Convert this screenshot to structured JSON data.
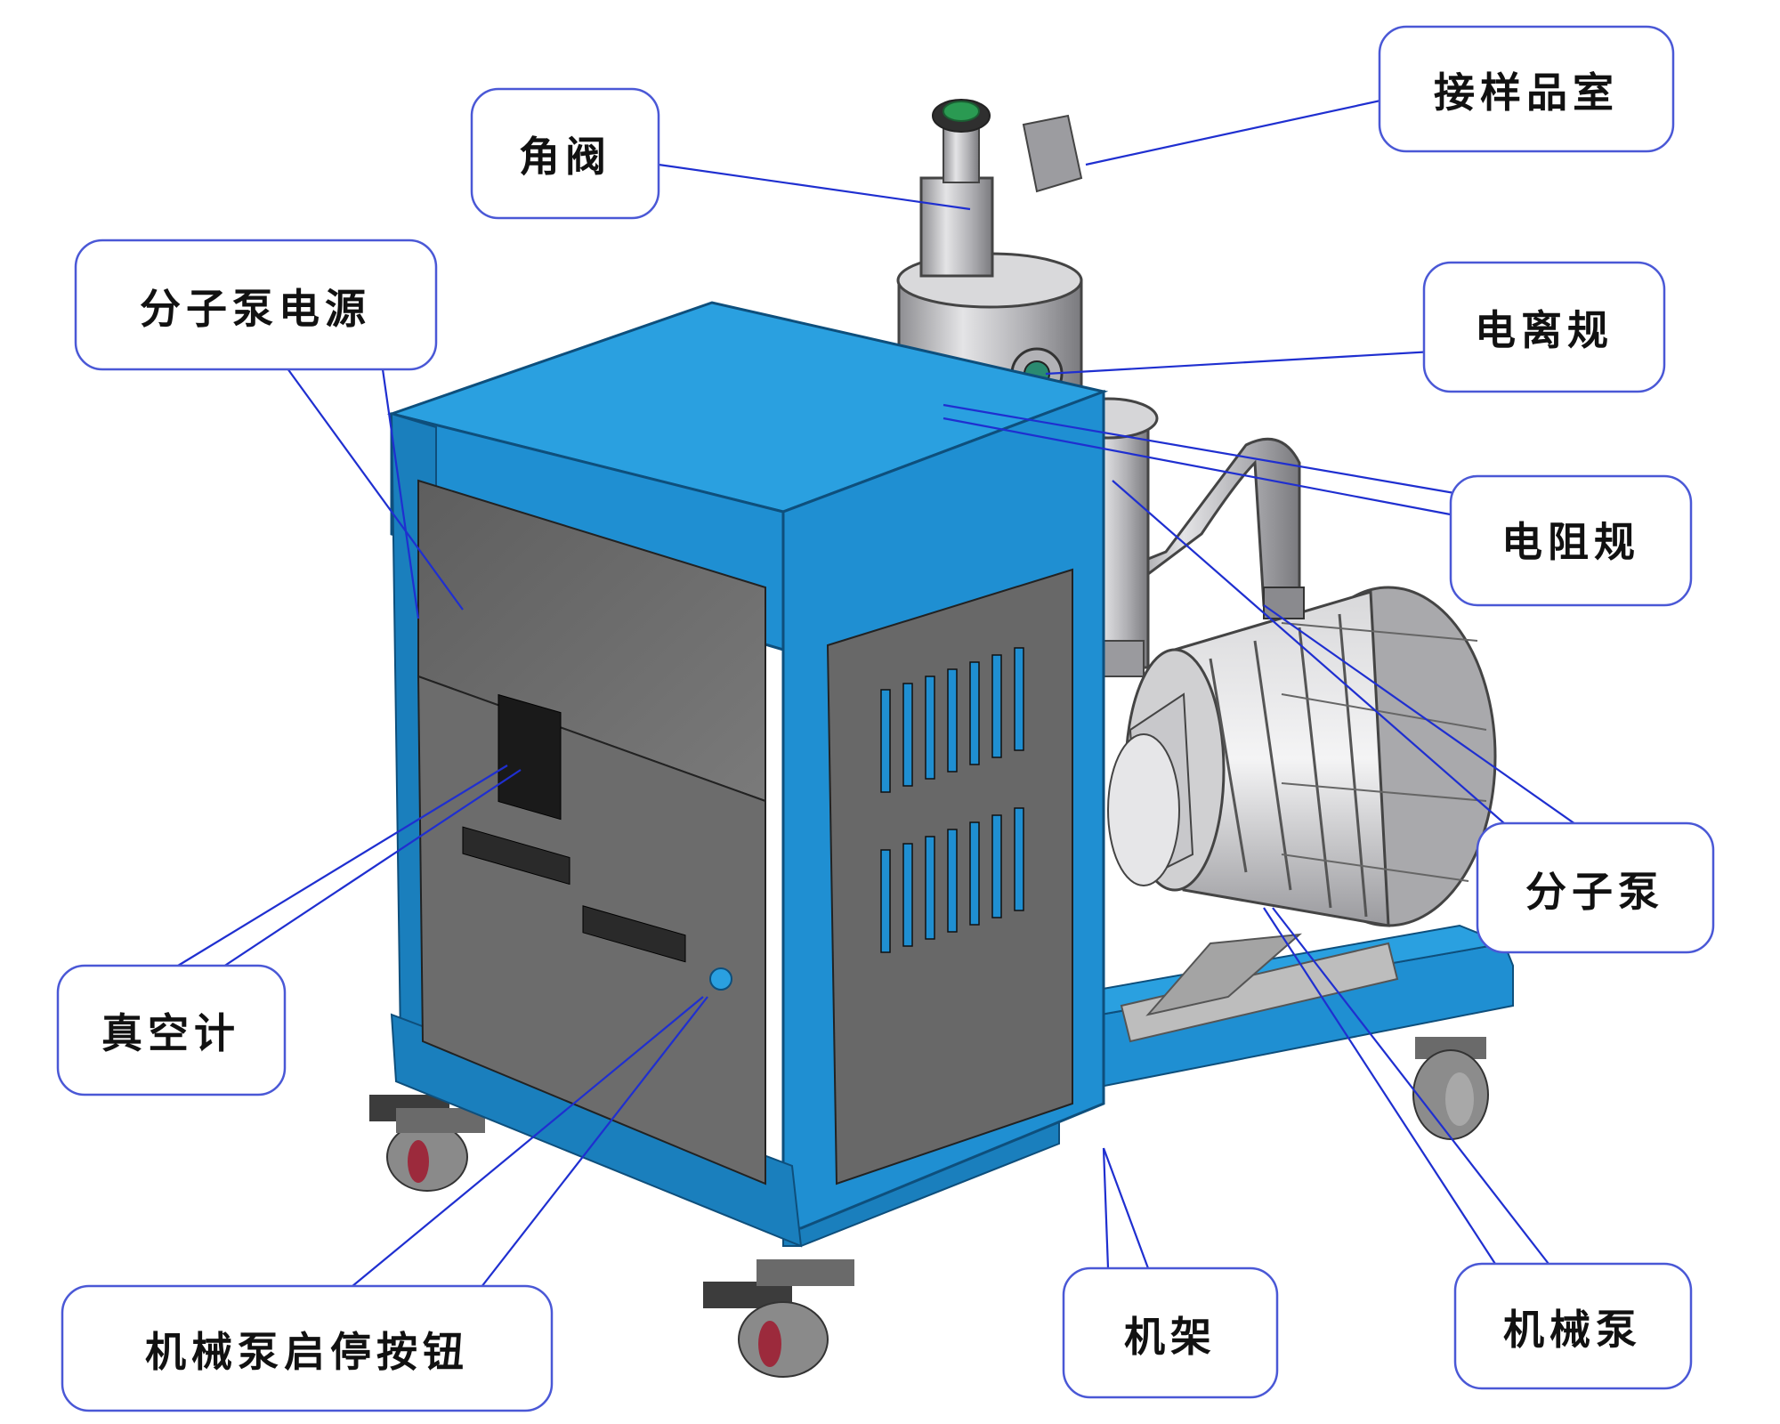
{
  "callouts": {
    "angle_valve": "角阀",
    "sample_chamber": "接样品室",
    "molecular_pump_power": "分子泵电源",
    "ionization_gauge": "电离规",
    "resistance_gauge": "电阻规",
    "vacuum_gauge": "真空计",
    "molecular_pump": "分子泵",
    "mech_pump_switch": "机械泵启停按钮",
    "frame": "机架",
    "mechanical_pump": "机械泵"
  },
  "colors": {
    "frame_blue": "#1f8fd2",
    "frame_top": "#2aa0e0",
    "panel_gray": "#6d6d6d",
    "metal": "#b8b8bc",
    "leader_line": "#1f2fd0",
    "box_border": "#4a58d6"
  }
}
